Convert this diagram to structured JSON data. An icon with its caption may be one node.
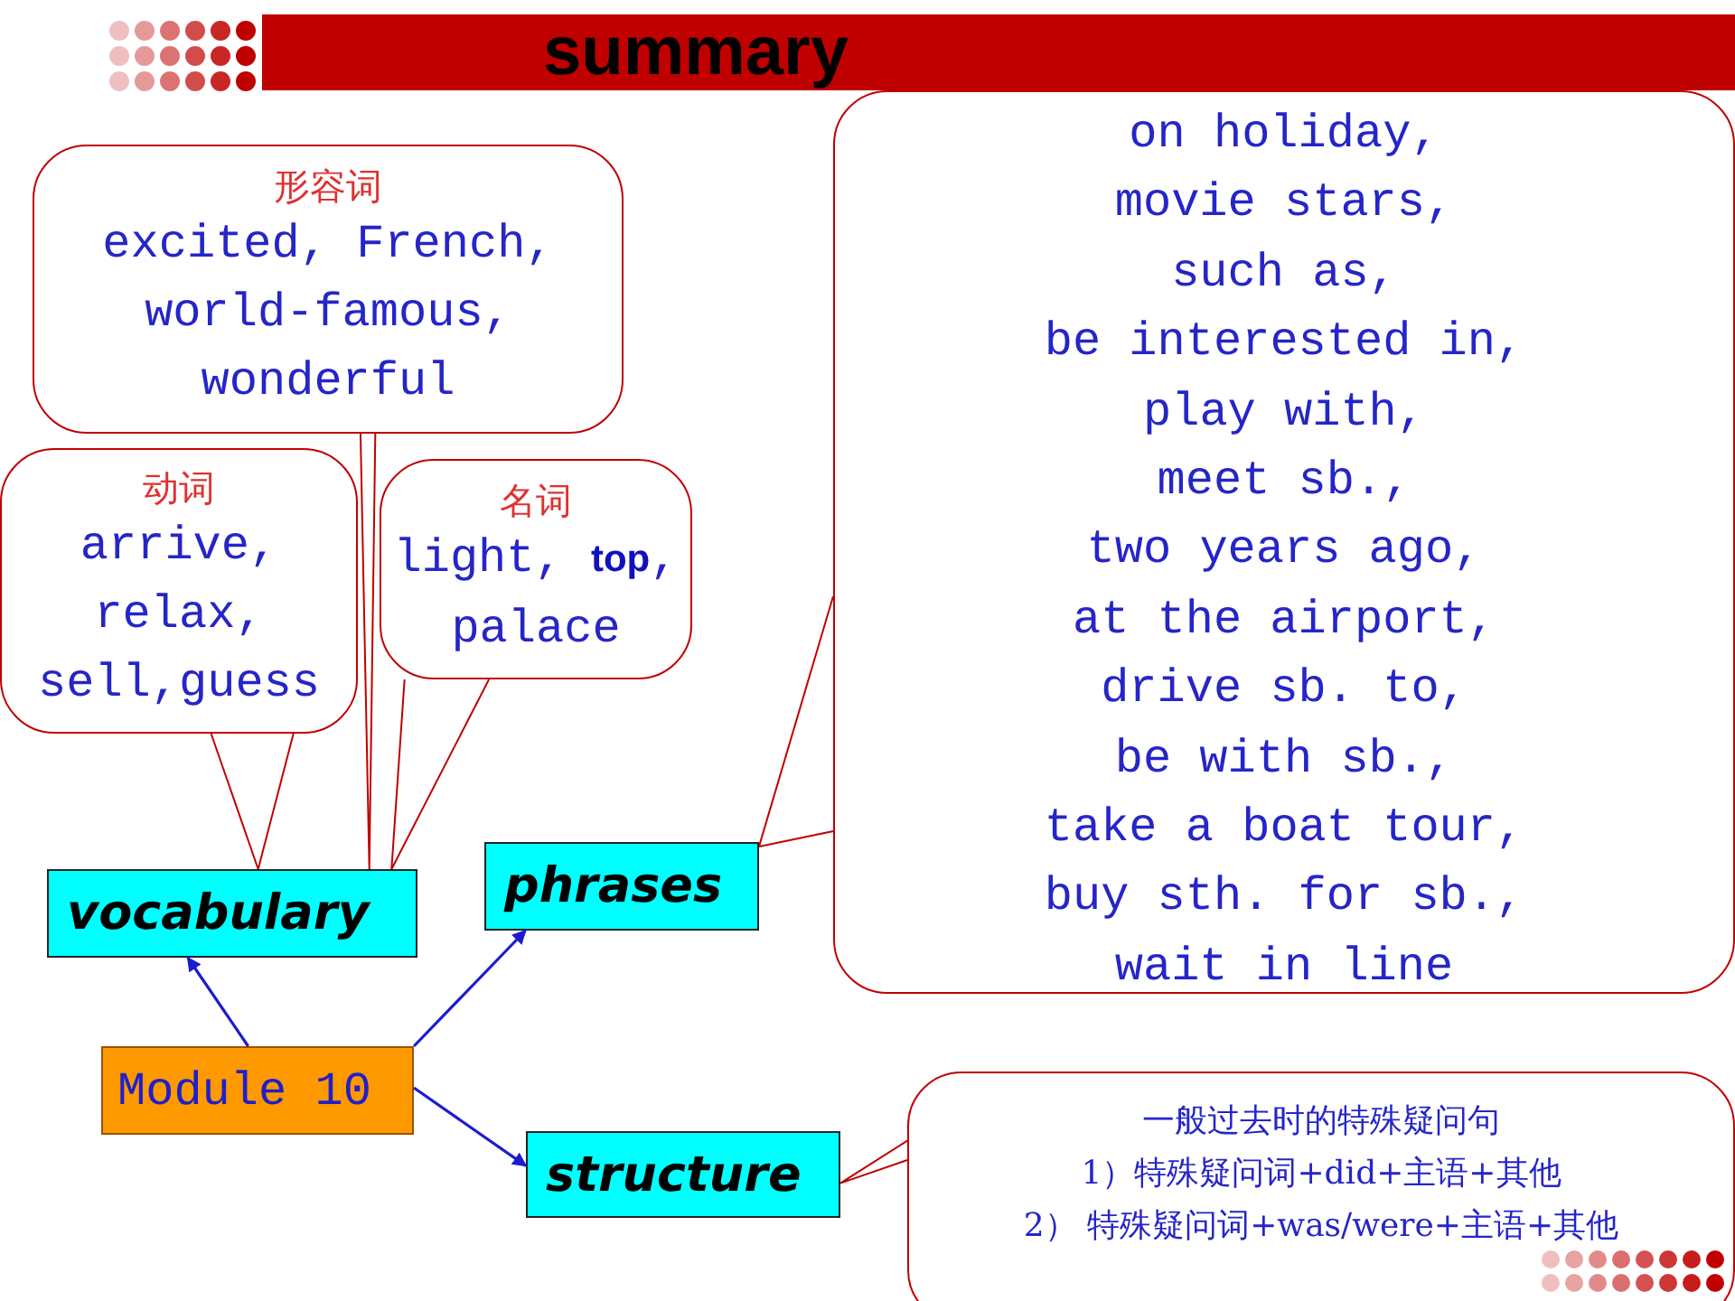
{
  "diagram": {
    "title": "summary",
    "nodes": [
      {
        "text": [
          "形容词",
          "excited, French, world-famous, wonderful"
        ]
      },
      {
        "text": [
          "动词",
          "arrive, relax, sell,guess"
        ]
      },
      {
        "text": [
          "名词",
          "light, **top**, palace"
        ]
      },
      {
        "text": [
          "on holiday,",
          "movie stars,",
          "such as,",
          "be interested in,",
          "play with,",
          "meet sb.,",
          "two years ago,",
          "at the airport,",
          "drive sb. to,",
          "be with sb.,",
          "take a boat tour,",
          "buy sth. for sb.,",
          "wait in line"
        ]
      },
      {
        "text": [
          "vocabulary"
        ]
      },
      {
        "text": [
          "phrases"
        ]
      },
      {
        "text": [
          "Module 10"
        ]
      },
      {
        "text": [
          "structure"
        ]
      },
      {
        "text": [
          "一般过去时的特殊疑问句",
          "1）特殊疑问词+did+主语+其他",
          "2） 特殊疑问词+was/were+主语+其他"
        ]
      }
    ],
    "edges": [
      {
        "from": 6,
        "to": 4,
        "arrow": "to",
        "color": "#1c1ccf"
      },
      {
        "from": 6,
        "to": 5,
        "arrow": "to",
        "color": "#1c1ccf"
      },
      {
        "from": 6,
        "to": 7,
        "arrow": "to",
        "color": "#1c1ccf"
      },
      {
        "from": 0,
        "to": 4,
        "arrow": "none"
      },
      {
        "from": 1,
        "to": 4,
        "arrow": "none"
      },
      {
        "from": 2,
        "to": 4,
        "arrow": "none"
      },
      {
        "from": 3,
        "to": 5,
        "arrow": "none"
      },
      {
        "from": 8,
        "to": 7,
        "arrow": "none"
      }
    ]
  }
}
